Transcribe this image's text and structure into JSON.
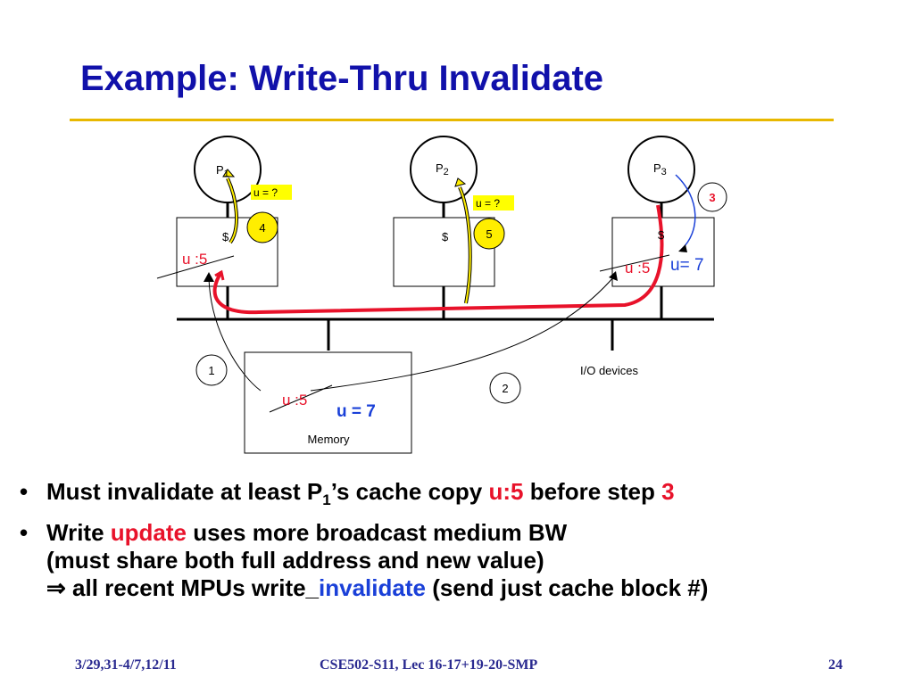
{
  "slide": {
    "title": "Example: Write-Thru Invalidate",
    "colors": {
      "title": "#1111aa",
      "rule": "#e8b800",
      "red": "#e8122a",
      "blue": "#1a40d8",
      "highlight": "#ffff00",
      "step_yellow": "#ffee00"
    }
  },
  "diagram": {
    "processors": [
      {
        "name": "P",
        "sub": "1",
        "cache_label": "$",
        "value": "u :5",
        "value_struck": true
      },
      {
        "name": "P",
        "sub": "2",
        "cache_label": "$"
      },
      {
        "name": "P",
        "sub": "3",
        "cache_label": "$",
        "value": "u :5",
        "value_struck": true,
        "new_value": "u= 7"
      }
    ],
    "query_tags": [
      "u = ?",
      "u = ?"
    ],
    "steps": [
      "1",
      "2",
      "3",
      "4",
      "5"
    ],
    "memory": {
      "label": "Memory",
      "old_value": "u :5",
      "new_value": "u = 7"
    },
    "io_label": "I/O devices"
  },
  "bullets": {
    "b1": {
      "t1": "Must invalidate at least P",
      "sub": "1",
      "t2": "’s cache copy ",
      "hl1": "u:5",
      "t3": " before step ",
      "hl2": "3"
    },
    "b2": {
      "t1": "Write ",
      "hl": "update",
      "t2": " uses more broadcast medium BW",
      "line2": "(must share both full address and new value)",
      "arrow": "⇒",
      "line3a": " all recent MPUs write_",
      "line3b": "invalidate",
      "line3c": " (send just cache block #)"
    }
  },
  "footer": {
    "dates": "3/29,31-4/7,12/11",
    "course": "CSE502-S11, Lec 16-17+19-20-SMP",
    "page": "24"
  }
}
